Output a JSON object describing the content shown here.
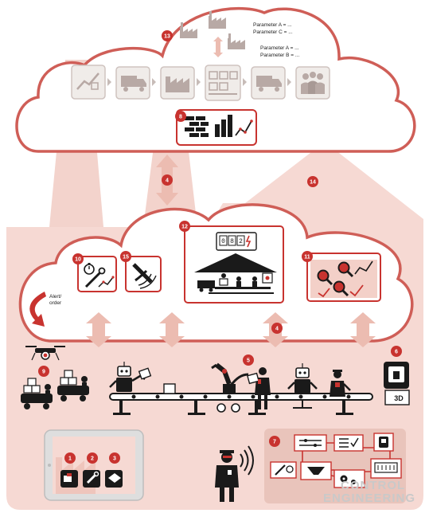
{
  "cloud_top": {
    "params_1": [
      "Parameter A = ...",
      "Parameter C = ..."
    ],
    "params_2": [
      "Parameter A = ...",
      "Parameter B = ..."
    ]
  },
  "alert_label": [
    "Alert/",
    "order"
  ],
  "lcd_digits": [
    "0",
    "8",
    "2"
  ],
  "printer_label": "3D",
  "watermark": [
    "CONTROL",
    "ENGINEERING"
  ],
  "badges": {
    "b1": "1",
    "b2": "2",
    "b3": "3",
    "b4_top": "4",
    "b4_bottom": "4",
    "b5": "5",
    "b6": "6",
    "b7": "7",
    "b8": "8",
    "b9": "9",
    "b10": "10",
    "b11": "11",
    "b12": "12",
    "b13": "13",
    "b14": "14",
    "b15": "15"
  },
  "colors": {
    "accent": "#c8332f",
    "cloud_outline": "#cf5e57",
    "factory_fill": "#f6d9d3",
    "arrow_fill": "#ecbcb1",
    "icon_gray": "#b8a9a5",
    "dark": "#1a1a1a"
  }
}
